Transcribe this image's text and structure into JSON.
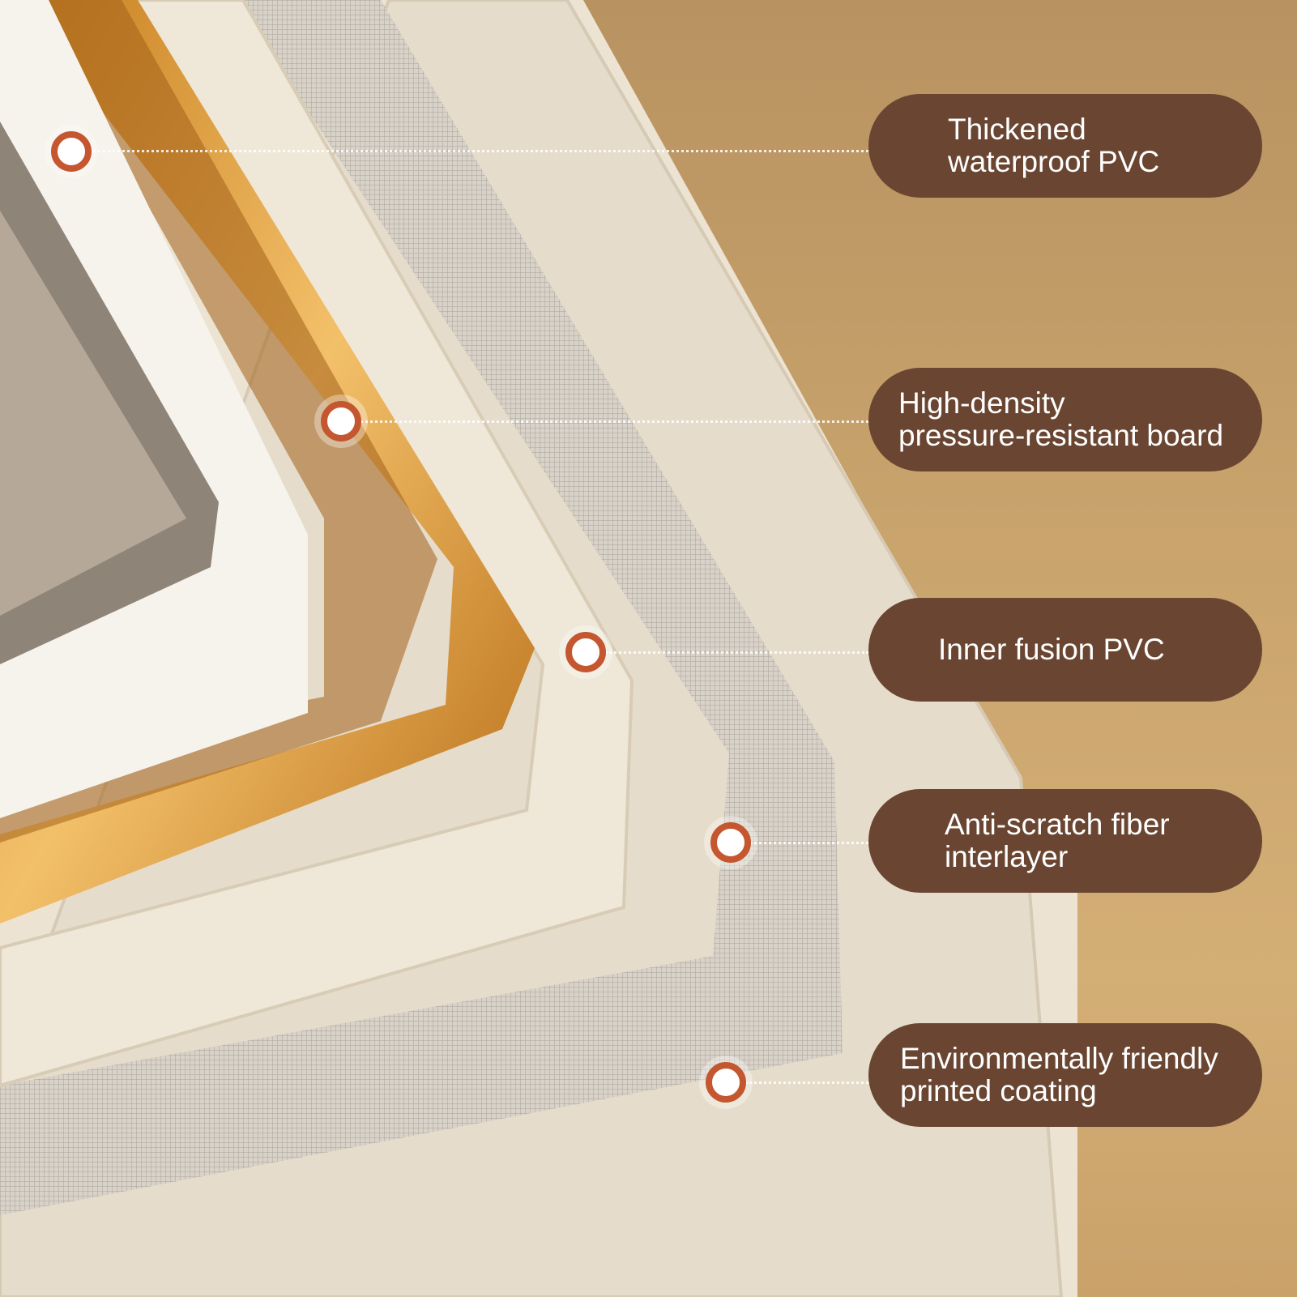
{
  "callouts": [
    {
      "lines": [
        "Thickened",
        "waterproof PVC"
      ]
    },
    {
      "lines": [
        "High-density",
        "pressure-resistant board"
      ]
    },
    {
      "lines": [
        "Inner fusion PVC"
      ]
    },
    {
      "lines": [
        "Anti-scratch fiber",
        "interlayer"
      ]
    },
    {
      "lines": [
        "Environmentally friendly",
        "printed coating"
      ]
    }
  ],
  "colors": {
    "pill": "#6a4632",
    "marker": "#c4572f",
    "background": "#c9a36c",
    "board": "#e0a040",
    "shell": "#efe6d6"
  }
}
